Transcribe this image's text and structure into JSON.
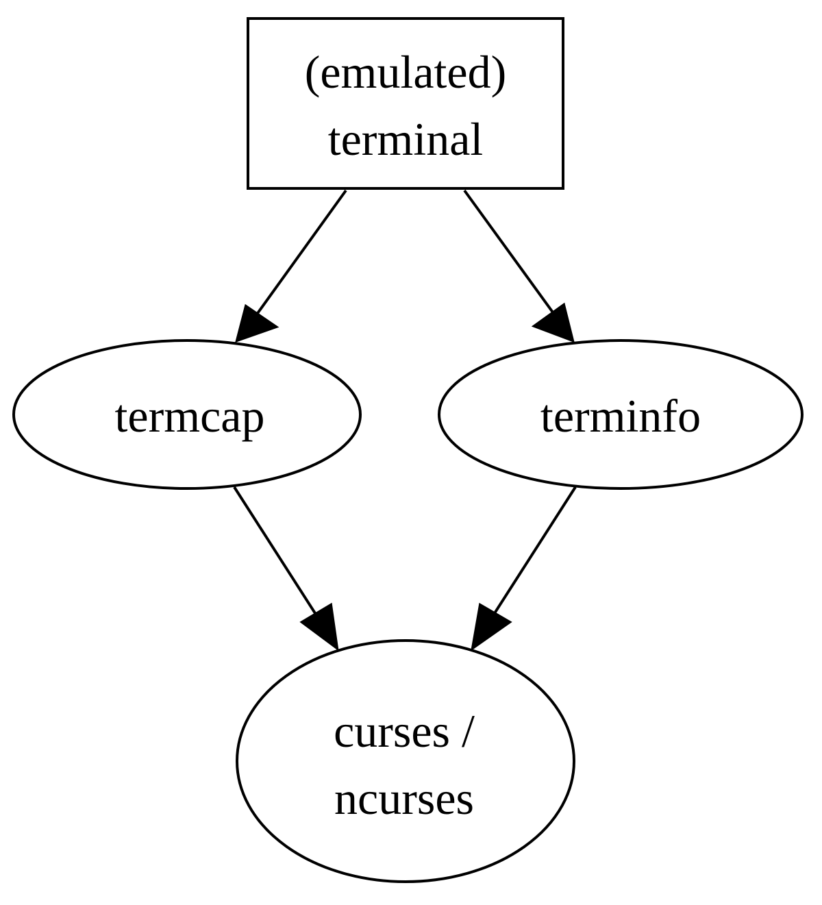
{
  "nodes": {
    "terminal": {
      "line1": "(emulated)",
      "line2": "terminal"
    },
    "termcap": {
      "label": "termcap"
    },
    "terminfo": {
      "label": "terminfo"
    },
    "curses": {
      "line1": "curses /",
      "line2": "ncurses"
    }
  },
  "edges": [
    {
      "from": "terminal",
      "to": "termcap"
    },
    {
      "from": "terminal",
      "to": "terminfo"
    },
    {
      "from": "termcap",
      "to": "curses"
    },
    {
      "from": "terminfo",
      "to": "curses"
    }
  ],
  "colors": {
    "stroke": "#000000",
    "background": "#ffffff"
  }
}
